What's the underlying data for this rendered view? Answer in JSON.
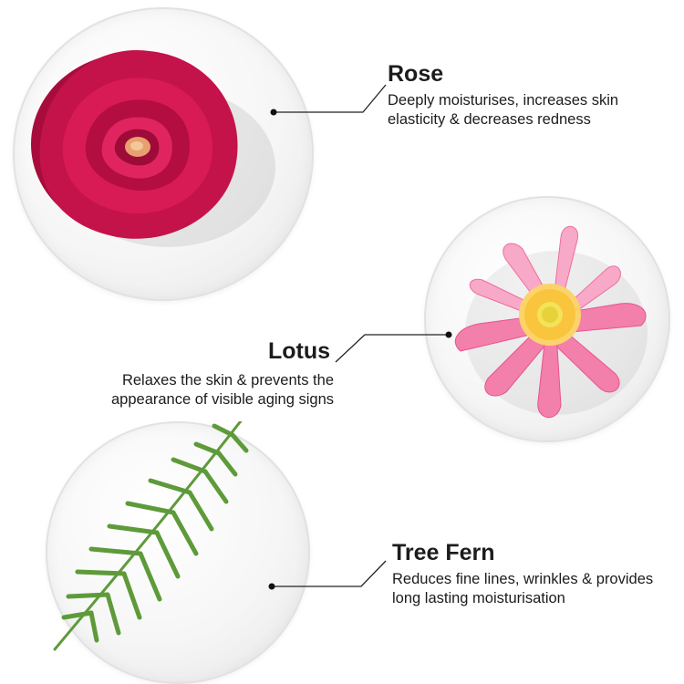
{
  "ingredients": {
    "rose": {
      "name": "Rose",
      "description": "Deeply moisturises, increases skin elasticity & decreases redness",
      "color": "#c8104a"
    },
    "lotus": {
      "name": "Lotus",
      "description": "Relaxes the skin & prevents the appearance of visible aging signs",
      "color": "#f06a9e"
    },
    "tree_fern": {
      "name": "Tree Fern",
      "description": "Reduces fine lines, wrinkles & provides long lasting moisturisation",
      "color": "#5e9a3a"
    }
  }
}
